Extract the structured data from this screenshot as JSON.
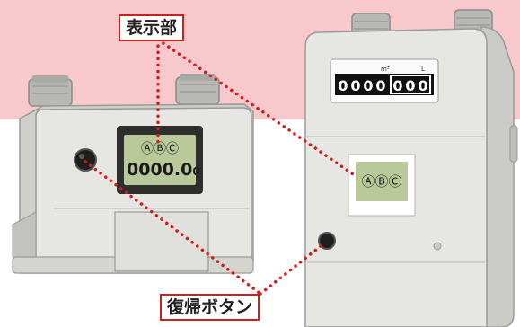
{
  "labels": {
    "display_label": "表示部",
    "reset_button_label": "復帰ボタン"
  },
  "left_meter": {
    "indicators": "ⒶⒷⒸ",
    "reading": "0000.0",
    "reading_suffix": "0"
  },
  "right_meter": {
    "unit_m3": "m³",
    "unit_l": "L",
    "digits": [
      "0",
      "0",
      "0",
      "0",
      "0",
      "0",
      "0"
    ],
    "indicators": "ⒶⒷⒸ"
  },
  "colors": {
    "pink_band": "#f7c9cc",
    "callout_border": "#cc1f1f",
    "dotted_line": "#d41c1c",
    "meter_body": "#e6e6e3",
    "lcd": "#b9c99a"
  }
}
